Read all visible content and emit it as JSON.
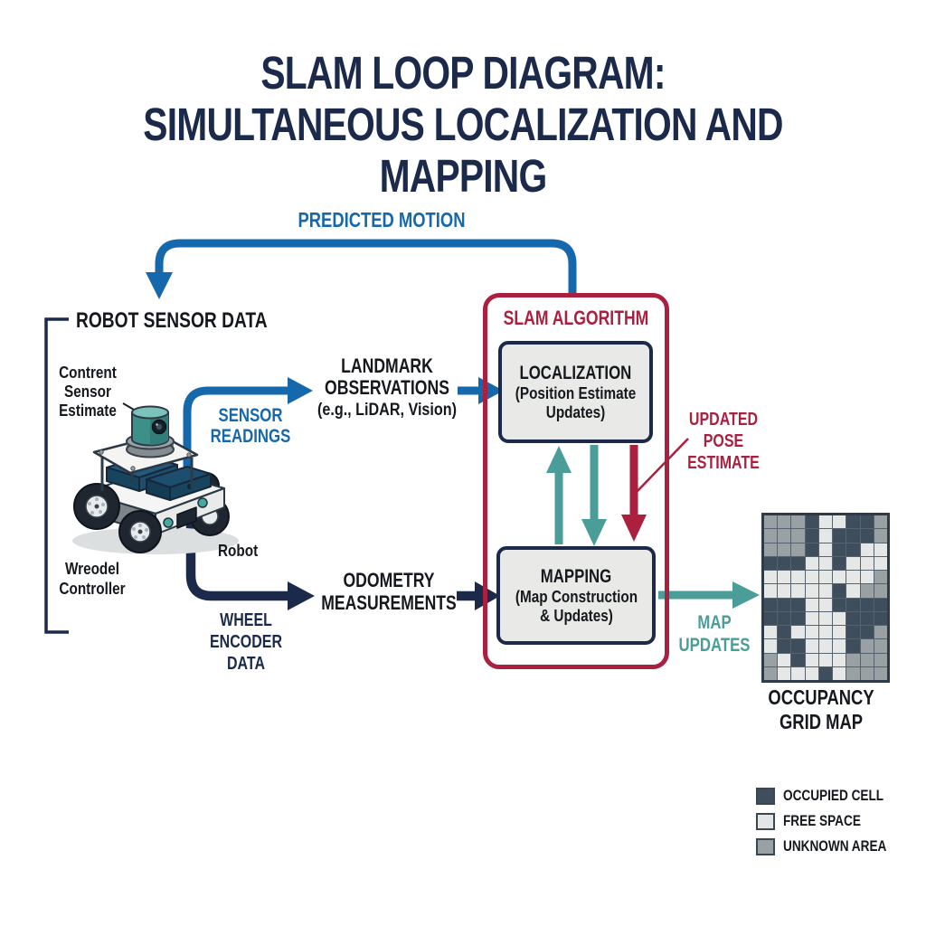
{
  "title": {
    "line1": "SLAM LOOP DIAGRAM:",
    "line2": "SIMULTANEOUS LOCALIZATION AND MAPPING"
  },
  "flow": {
    "predicted_motion": "PREDICTED MOTION",
    "sensor_readings": "SENSOR\nREADINGS",
    "wheel_encoder_data": "WHEEL\nENCODER\nDATA",
    "updated_pose_estimate": "UPDATED\nPOSE\nESTIMATE",
    "map_updates": "MAP\nUPDATES"
  },
  "sensor_section": {
    "heading": "ROBOT SENSOR DATA",
    "camera_callout": "Contrent\nSensor\nEstimate",
    "wheel_callout": "Wreodel\nController",
    "robot_callout": "Robot"
  },
  "nodes": {
    "landmark_title": "LANDMARK\nOBSERVATIONS",
    "landmark_subtitle": "(e.g., LiDAR, Vision)",
    "odometry_title": "ODOMETRY\nMEASUREMENTS",
    "slam_title": "SLAM ALGORITHM",
    "localization_title": "LOCALIZATION",
    "localization_subtitle": "(Position Estimate\nUpdates)",
    "mapping_title": "MAPPING",
    "mapping_subtitle": "(Map Construction\n& Updates)"
  },
  "occupancy": {
    "caption": "OCCUPANCY\nGRID MAP",
    "grid": {
      "cols": 9,
      "rows": [
        "MMMDLLDDM",
        "MMMDLDDDM",
        "MMMDLDDLL",
        "DDDLLDLLL",
        "LLLLLLLLM",
        "LLLLLDLMM",
        "DDDLLDDDD",
        "DDDLLLDDD",
        "LDLLLLDDM",
        "LDDLLLDMM",
        "MLDLLLMMM",
        "MLLLDLMMM"
      ],
      "cell_colors": {
        "D": "#3f4e5c",
        "L": "#e6e8e8",
        "M": "#9aa1a5"
      }
    }
  },
  "legend": {
    "items": [
      {
        "label": "OCCUPIED CELL",
        "swatch": "#3f4e5c"
      },
      {
        "label": "FREE SPACE",
        "swatch": "#e3e6e6"
      },
      {
        "label": "UNKNOWN AREA",
        "swatch": "#9aa1a5"
      }
    ]
  },
  "colors": {
    "navy": "#1b2a4a",
    "blue": "#1668ac",
    "crimson": "#ab1f3f",
    "teal": "#4a9d98",
    "ink": "#15181c",
    "node_fill": "#e9eae7"
  }
}
